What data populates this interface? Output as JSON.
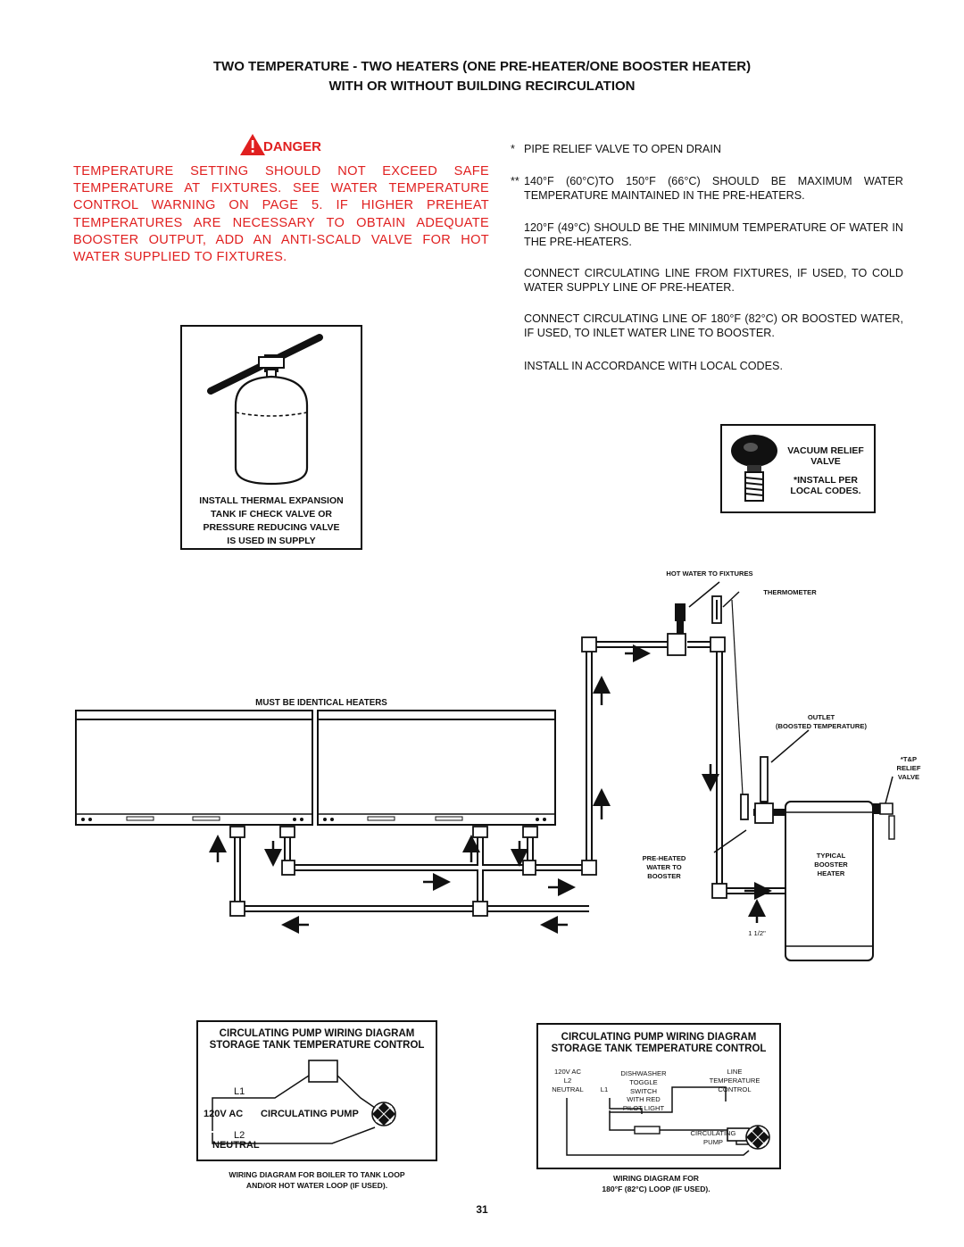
{
  "title": {
    "line1": "TWO TEMPERATURE - TWO HEATERS (ONE PRE-HEATER/ONE BOOSTER HEATER)",
    "line2": "WITH OR WITHOUT BUILDING RECIRCULATION"
  },
  "danger": {
    "label": "DANGER",
    "text": "TEMPERATURE SETTING SHOULD NOT EXCEED SAFE TEMPERATURE AT FIXTURES. SEE WATER TEMPERATURE CONTROL WARNING ON PAGE 5. IF HIGHER PREHEAT TEMPERATURES ARE NECESSARY TO OBTAIN ADEQUATE BOOSTER OUTPUT, ADD AN ANTI-SCALD VALVE FOR HOT WATER SUPPLIED TO FIXTURES.",
    "color": "#e02020"
  },
  "notes": [
    {
      "mark": "*",
      "text": "PIPE RELIEF VALVE TO OPEN DRAIN"
    },
    {
      "mark": "**",
      "text": "140°F (60°C)TO 150°F (66°C) SHOULD BE MAXIMUM WATER TEMPERATURE MAINTAINED IN THE PRE-HEATERS."
    },
    {
      "mark": "",
      "text": "120°F (49°C) SHOULD BE THE MINIMUM TEMPERATURE OF WATER IN THE PRE-HEATERS."
    },
    {
      "mark": "",
      "text": "CONNECT CIRCULATING LINE FROM FIXTURES, IF USED, TO COLD WATER SUPPLY LINE OF PRE-HEATER."
    },
    {
      "mark": "",
      "text": "CONNECT CIRCULATING LINE OF 180°F (82°C) OR BOOSTED WATER, IF USED, TO INLET WATER LINE TO BOOSTER."
    },
    {
      "mark": "",
      "text": "INSTALL IN ACCORDANCE WITH LOCAL CODES."
    }
  ],
  "expansion_tank": {
    "caption": [
      "INSTALL THERMAL EXPANSION",
      "TANK IF CHECK VALVE OR",
      "PRESSURE REDUCING VALVE",
      "IS USED IN SUPPLY"
    ]
  },
  "vacuum_relief": {
    "title": [
      "VACUUM RELIEF",
      "VALVE"
    ],
    "note": [
      "*INSTALL PER",
      "LOCAL CODES."
    ]
  },
  "plumbing": {
    "heaters_label": "MUST BE IDENTICAL HEATERS",
    "hot_water_to_fixtures": "HOT WATER TO FIXTURES",
    "thermometer": "THERMOMETER",
    "outlet": [
      "OUTLET",
      "(BOOSTED TEMPERATURE)"
    ],
    "tp_relief": [
      "*T&P",
      "RELIEF",
      "VALVE"
    ],
    "pre_heated": [
      "PRE-HEATED",
      "WATER TO",
      "BOOSTER"
    ],
    "typical_booster": [
      "TYPICAL",
      "BOOSTER",
      "HEATER"
    ],
    "size": "1 1/2\""
  },
  "wiring_left": {
    "title": [
      "CIRCULATING PUMP WIRING DIAGRAM",
      "STORAGE TANK TEMPERATURE CONTROL"
    ],
    "l1": "L1",
    "voltage": "120V AC",
    "pump": "CIRCULATING PUMP",
    "l2": "L2",
    "neutral": "NEUTRAL",
    "caption": [
      "WIRING DIAGRAM FOR BOILER TO TANK LOOP",
      "AND/OR HOT WATER LOOP (IF USED)."
    ]
  },
  "wiring_right": {
    "title": [
      "CIRCULATING PUMP WIRING DIAGRAM",
      "STORAGE TANK TEMPERATURE CONTROL"
    ],
    "voltage": "120V AC",
    "l2": "L2",
    "neutral": "NEUTRAL",
    "l1": "L1",
    "switch": [
      "DISHWASHER",
      "TOGGLE",
      "SWITCH",
      "WITH RED",
      "PILOT LIGHT"
    ],
    "control": [
      "LINE",
      "TEMPERATURE",
      "CONTROL"
    ],
    "pump": [
      "CIRCULATING",
      "PUMP"
    ],
    "caption": [
      "WIRING DIAGRAM FOR",
      "180°F (82°C) LOOP (IF USED)."
    ]
  },
  "page_number": "31"
}
